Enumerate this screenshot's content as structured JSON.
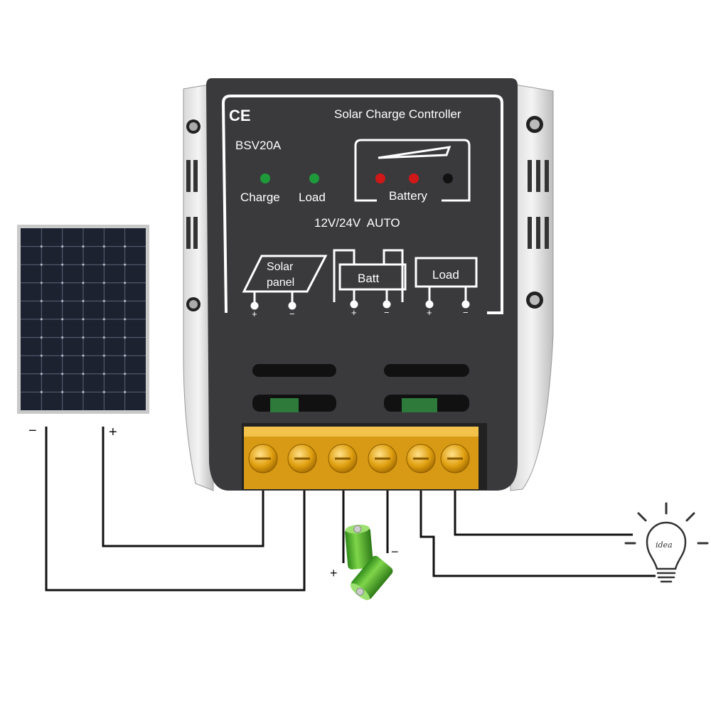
{
  "controller": {
    "certification": "CE",
    "title": "Solar Charge Controller",
    "model": "BSV20A",
    "indicators": [
      {
        "label": "Charge",
        "color": "#1f9a3a"
      },
      {
        "label": "Load",
        "color": "#1f9a3a"
      }
    ],
    "battery_indicator": {
      "label": "Battery",
      "leds": [
        "#d01818",
        "#d01818",
        "#111111"
      ]
    },
    "voltage": "12V/24V  AUTO",
    "terminals": {
      "solar": "Solar\npanel",
      "solar_line1": "Solar",
      "solar_line2": "panel",
      "battery": "Batt",
      "load": "Load",
      "plus": "+",
      "minus": "−"
    },
    "terminal_block_color": "#e8a514"
  },
  "wiring": {
    "panel_minus": "−",
    "panel_plus": "+",
    "battery_plus": "+",
    "battery_minus": "−",
    "bulb_text": "idea",
    "battery_color": "#4caf2a"
  }
}
